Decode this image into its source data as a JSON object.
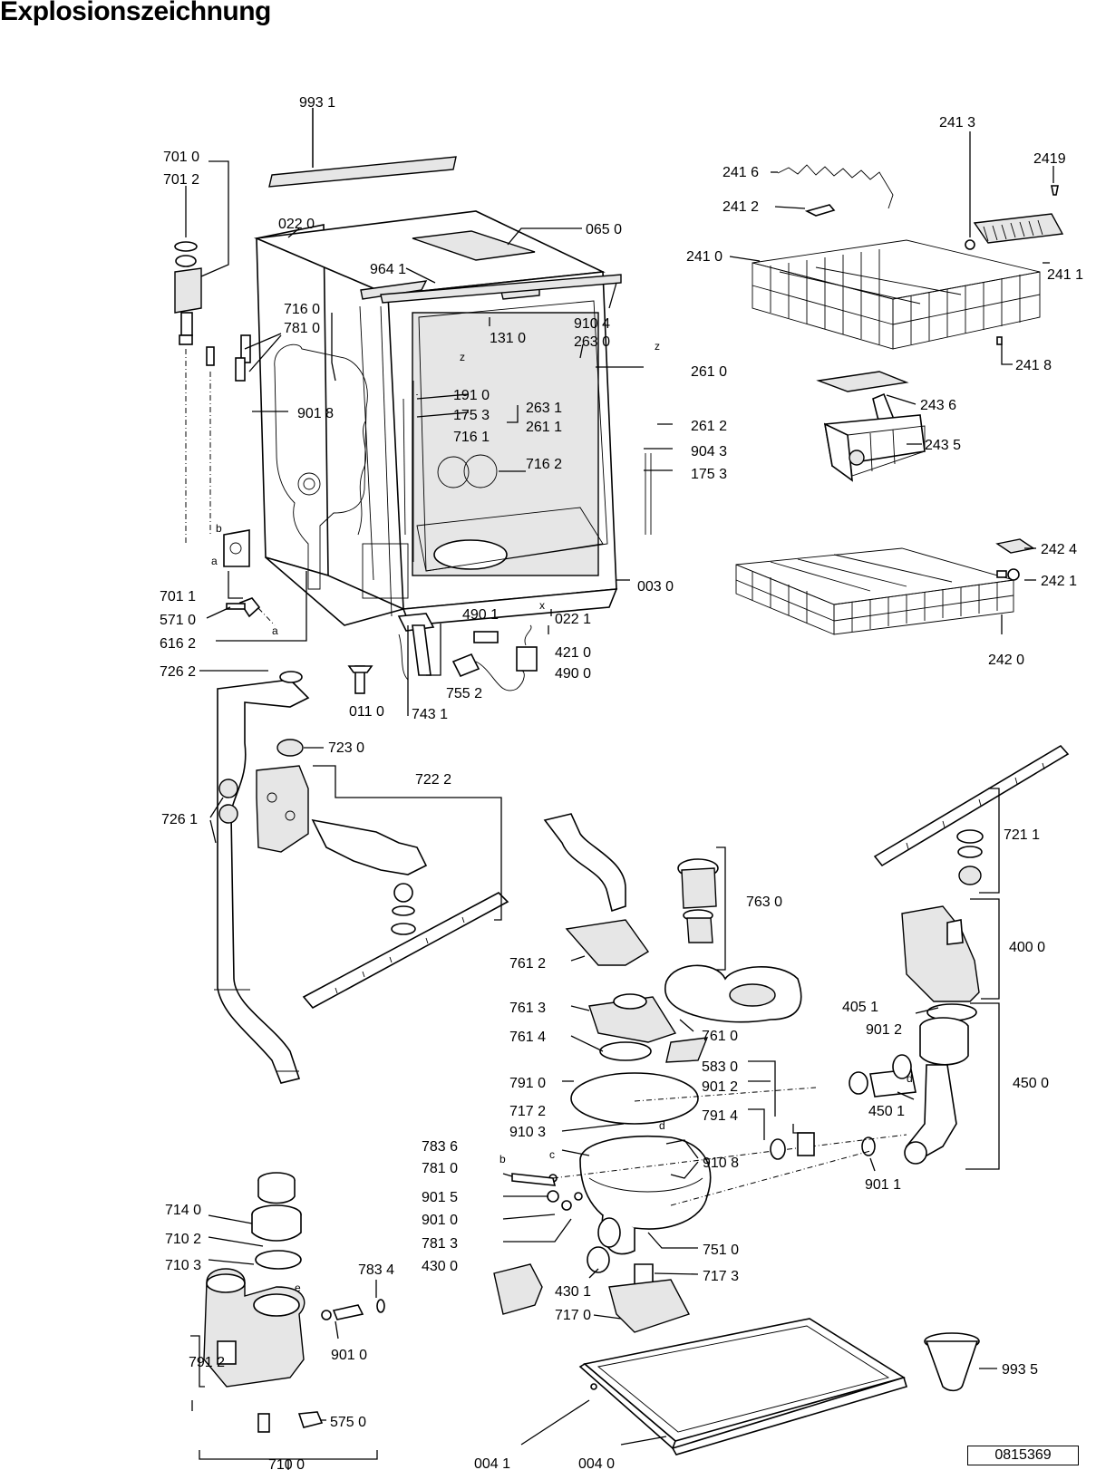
{
  "title": "Explosionszeichnung",
  "reference_number": "0815369",
  "labels": {
    "l9931": "993 1",
    "l7010": "701 0",
    "l7012": "701 2",
    "l0220": "022 0",
    "l0650": "065 0",
    "l9641": "964 1",
    "l7160": "716 0",
    "l7810": "781 0",
    "l1310": "131 0",
    "l9104": "910 4",
    "l2630": "263 0",
    "l2610": "261 0",
    "l9018": "901 8",
    "l1910": "191 0",
    "l1753a": "175 3",
    "l2631": "263 1",
    "l2611": "261 1",
    "l2612": "261 2",
    "l7161": "716 1",
    "l7162": "716 2",
    "l9043": "904 3",
    "l1753b": "175 3",
    "l7011": "701 1",
    "l5710": "571 0",
    "l6162": "616 2",
    "l0030": "003 0",
    "l4901": "490 1",
    "l0221": "022 1",
    "l4210": "421 0",
    "l4900": "490 0",
    "l7262": "726 2",
    "l0110": "011 0",
    "l7552": "755 2",
    "l7431": "743 1",
    "l2413": "241 3",
    "l2419": "2419",
    "l2416": "241 6",
    "l2412": "241 2",
    "l2410": "241 0",
    "l2411": "241 1",
    "l2418": "241 8",
    "l2436": "243 6",
    "l2435": "243 5",
    "l2424": "242 4",
    "l2421": "242 1",
    "l2420": "242 0",
    "l7230": "723 0",
    "l7222": "722 2",
    "l7261": "726 1",
    "l7211": "721 1",
    "l7630": "763 0",
    "l4000": "400 0",
    "l7612": "761 2",
    "l7613": "761 3",
    "l4051": "405 1",
    "l9012a": "901 2",
    "l7614": "761 4",
    "l7610": "761 0",
    "l5830": "583 0",
    "l7910": "791 0",
    "l9012b": "901 2",
    "l4500": "450 0",
    "l4501": "450 1",
    "l7172": "717 2",
    "l7914": "791 4",
    "l9103": "910 3",
    "l7836": "783 6",
    "l9108": "910 8",
    "l7810b": "781 0",
    "l9011": "901 1",
    "l9015": "901 5",
    "l9010": "901 0",
    "l7813": "781 3",
    "l7510": "751 0",
    "l4300": "430 0",
    "l4301": "430 1",
    "l7173": "717 3",
    "l7170": "717 0",
    "l7140": "714 0",
    "l7102": "710 2",
    "l7103": "710 3",
    "l7834": "783 4",
    "l9010b": "901 0",
    "l7912": "791 2",
    "l5750": "575 0",
    "l7100": "710 0",
    "l9935": "993 5",
    "l0041": "004 1",
    "l0040": "004 0"
  },
  "letters": {
    "z1": "z",
    "z2": "z",
    "x": "x",
    "b1": "b",
    "a1": "a",
    "a2": "a",
    "b2": "b",
    "c": "c",
    "d1": "d",
    "d2": "d",
    "e": "e"
  }
}
